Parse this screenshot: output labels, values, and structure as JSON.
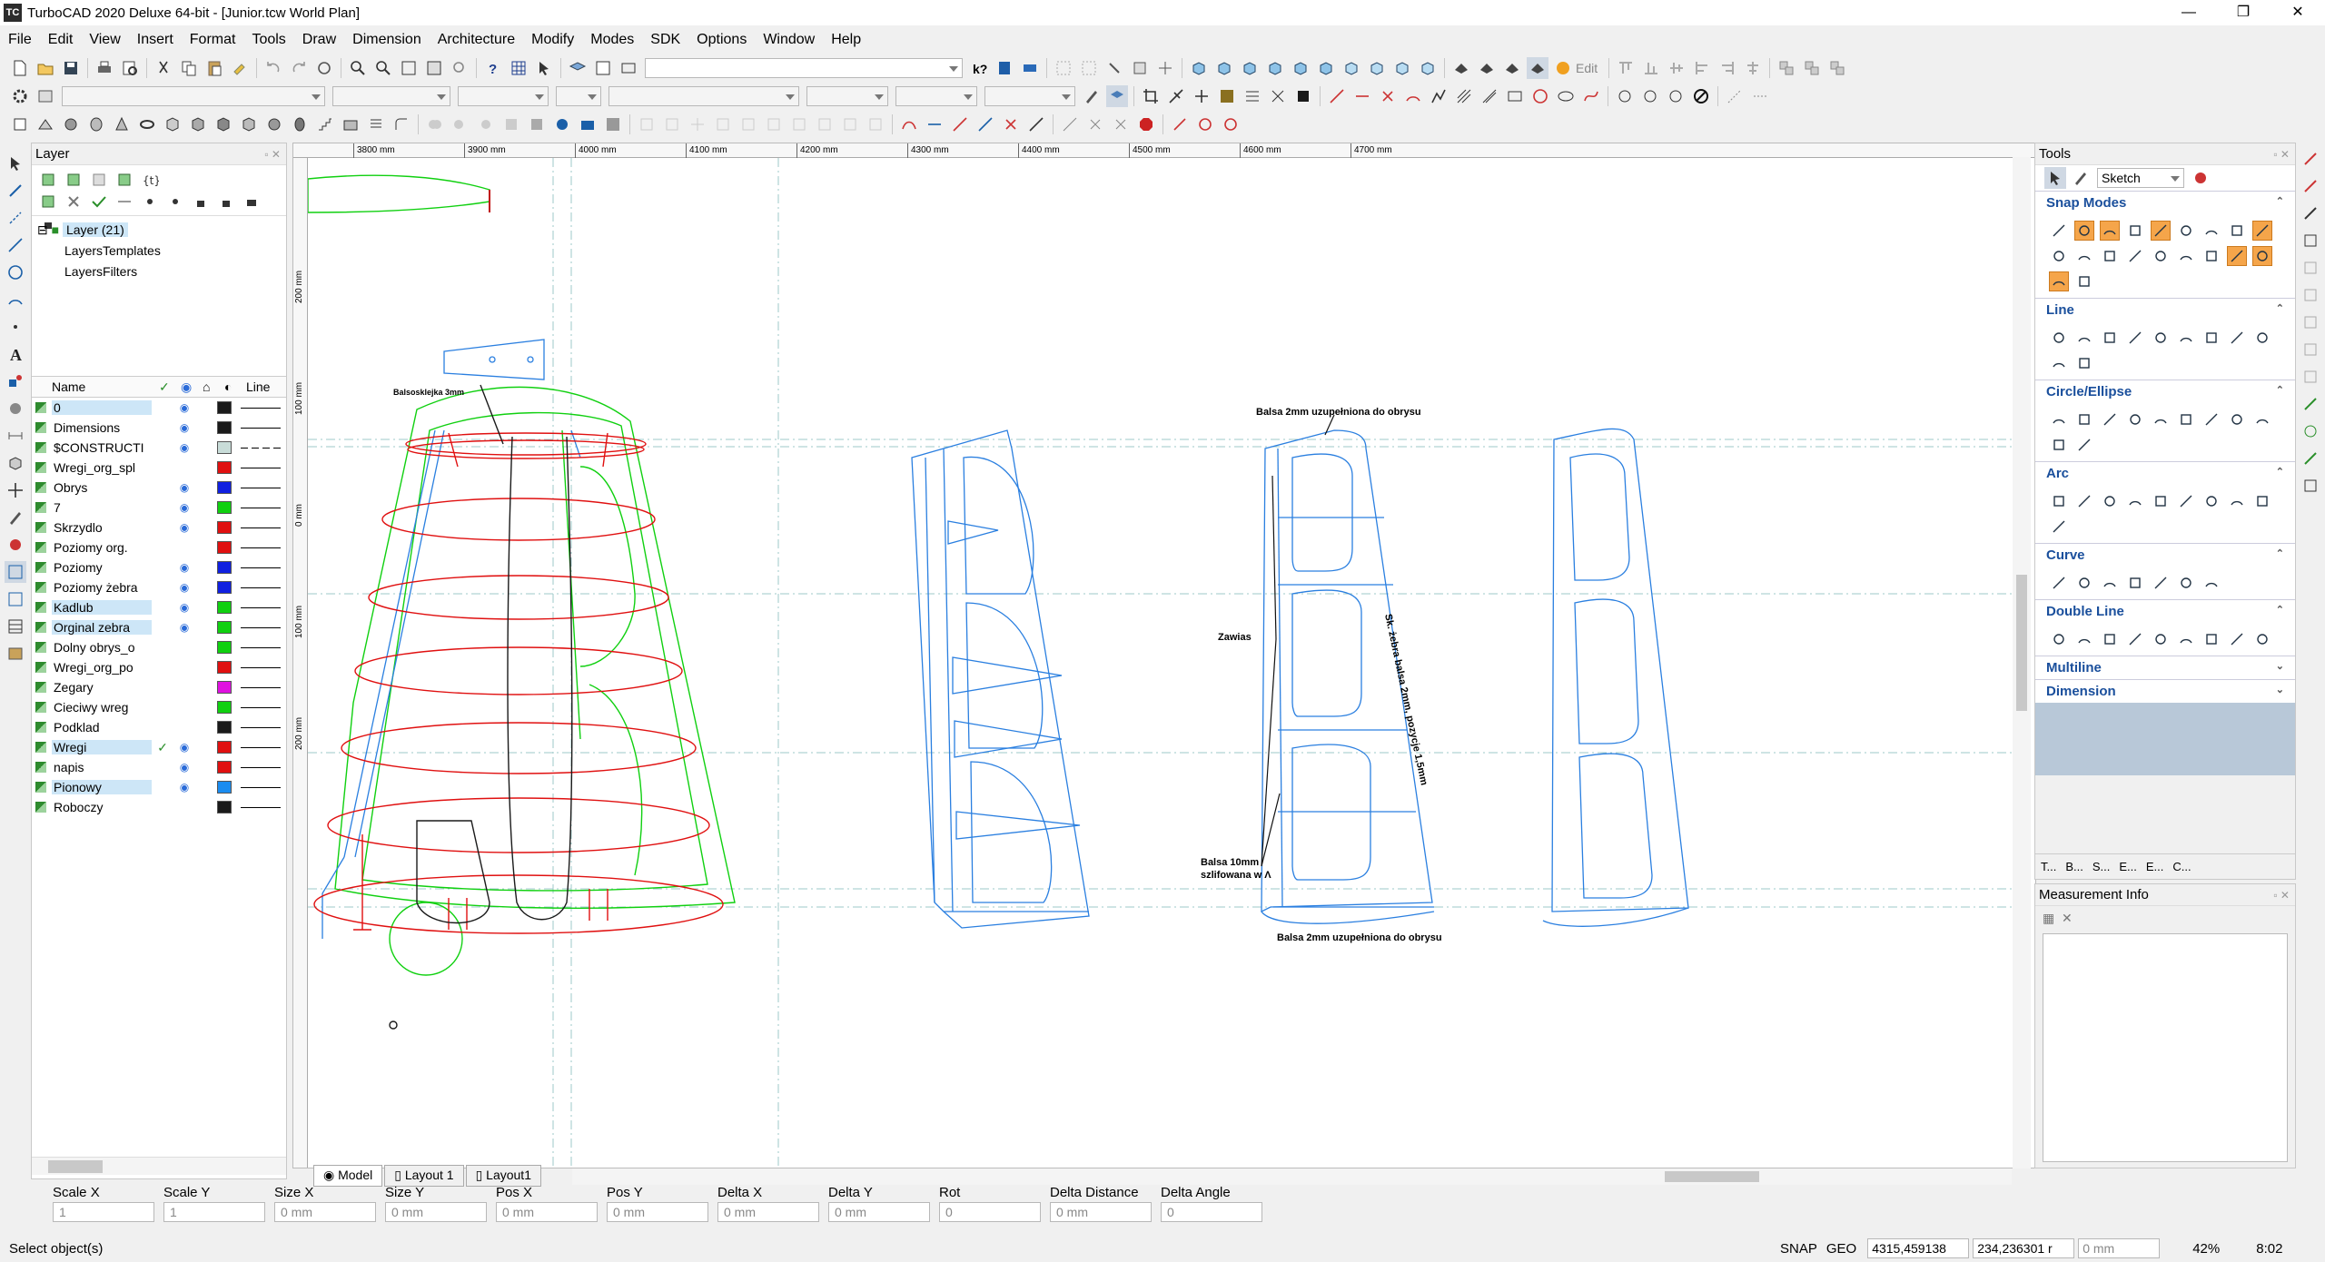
{
  "window": {
    "icon_text": "TC",
    "title": "TurboCAD 2020 Deluxe 64-bit - [Junior.tcw World Plan]",
    "min": "—",
    "restore": "❐",
    "close": "✕"
  },
  "menu": [
    "File",
    "Edit",
    "View",
    "Insert",
    "Format",
    "Tools",
    "Draw",
    "Dimension",
    "Architecture",
    "Modify",
    "Modes",
    "SDK",
    "Options",
    "Window",
    "Help"
  ],
  "toolbar": {
    "edit_label": "Edit"
  },
  "layer_panel": {
    "title": "Layer",
    "tree": {
      "root": "Layer (21)",
      "children": [
        "LayersTemplates",
        "LayersFilters"
      ]
    },
    "columns": {
      "name": "Name",
      "line": "Line"
    },
    "layers": [
      {
        "name": "0",
        "visible": true,
        "current": false,
        "color": "#1a1a1a",
        "highlight": true
      },
      {
        "name": "Dimensions",
        "visible": true,
        "current": false,
        "color": "#1a1a1a",
        "highlight": false
      },
      {
        "name": "$CONSTRUCTI",
        "visible": true,
        "current": false,
        "color": "#c8dcd8",
        "highlight": false
      },
      {
        "name": "Wregi_org_spl",
        "visible": false,
        "current": false,
        "color": "#e01010",
        "highlight": false
      },
      {
        "name": "Obrys",
        "visible": true,
        "current": false,
        "color": "#1020e0",
        "highlight": false
      },
      {
        "name": "7",
        "visible": true,
        "current": false,
        "color": "#10d010",
        "highlight": false
      },
      {
        "name": "Skrzydlo",
        "visible": true,
        "current": false,
        "color": "#e01010",
        "highlight": false
      },
      {
        "name": "Poziomy org.",
        "visible": false,
        "current": false,
        "color": "#e01010",
        "highlight": false
      },
      {
        "name": "Poziomy",
        "visible": true,
        "current": false,
        "color": "#1020e0",
        "highlight": false
      },
      {
        "name": "Poziomy żebra",
        "visible": true,
        "current": false,
        "color": "#1020e0",
        "highlight": false
      },
      {
        "name": "Kadlub",
        "visible": true,
        "current": false,
        "color": "#10d010",
        "highlight": true
      },
      {
        "name": "Orginal zebra",
        "visible": true,
        "current": false,
        "color": "#10d010",
        "highlight": true
      },
      {
        "name": "Dolny obrys_o",
        "visible": false,
        "current": false,
        "color": "#10d010",
        "highlight": false
      },
      {
        "name": "Wregi_org_po",
        "visible": false,
        "current": false,
        "color": "#e01010",
        "highlight": false
      },
      {
        "name": "Zegary",
        "visible": false,
        "current": false,
        "color": "#e010e0",
        "highlight": false
      },
      {
        "name": "Cieciwy wreg",
        "visible": false,
        "current": false,
        "color": "#10d010",
        "highlight": false
      },
      {
        "name": "Podklad",
        "visible": false,
        "current": false,
        "color": "#1a1a1a",
        "highlight": false
      },
      {
        "name": "Wregi",
        "visible": true,
        "current": true,
        "color": "#e01010",
        "highlight": true
      },
      {
        "name": "napis",
        "visible": true,
        "current": false,
        "color": "#e01010",
        "highlight": false
      },
      {
        "name": "Pionowy",
        "visible": true,
        "current": false,
        "color": "#1a8cf0",
        "highlight": true
      },
      {
        "name": "Roboczy",
        "visible": false,
        "current": false,
        "color": "#1a1a1a",
        "highlight": false
      }
    ]
  },
  "ruler": {
    "h_labels": [
      "3800 mm",
      "3900 mm",
      "4000 mm",
      "4100 mm",
      "4200 mm",
      "4300 mm",
      "4400 mm",
      "4500 mm",
      "4600 mm",
      "4700 mm"
    ],
    "v_labels": [
      "200 mm",
      "100 mm",
      "0 mm",
      "100 mm",
      "200 mm"
    ]
  },
  "drawing_text": {
    "balsa_top": "Balsa 2mm uzupełniona do obrysu",
    "balsa_bottom": "Balsa 2mm uzupełniona do obrysu",
    "zawias": "Zawias",
    "balsa10_line1": "Balsa 10mm",
    "balsa10_line2": "szlifowana w Λ",
    "sklejka": "Balsosklejka 3mm",
    "vertical_note": "Sk. żebra balsa 2mm, pozycje 1,5mm"
  },
  "tabs": [
    "Model",
    "Layout 1",
    "Layout1"
  ],
  "tools_panel": {
    "title": "Tools",
    "mode": "Sketch",
    "sections": [
      "Snap Modes",
      "Line",
      "Circle/Ellipse",
      "Arc",
      "Curve",
      "Double Line",
      "Multiline",
      "Dimension"
    ],
    "bottom_tabs": [
      "T...",
      "B...",
      "S...",
      "E...",
      "E...",
      "C..."
    ]
  },
  "measure_panel": {
    "title": "Measurement Info"
  },
  "inspector": {
    "fields": [
      {
        "label": "Scale X",
        "value": "1"
      },
      {
        "label": "Scale Y",
        "value": "1"
      },
      {
        "label": "Size X",
        "value": "0 mm"
      },
      {
        "label": "Size Y",
        "value": "0 mm"
      },
      {
        "label": "Pos X",
        "value": "0 mm"
      },
      {
        "label": "Pos Y",
        "value": "0 mm"
      },
      {
        "label": "Delta X",
        "value": "0 mm"
      },
      {
        "label": "Delta Y",
        "value": "0 mm"
      },
      {
        "label": "Rot",
        "value": "0"
      },
      {
        "label": "Delta Distance",
        "value": "0 mm"
      },
      {
        "label": "Delta Angle",
        "value": "0"
      }
    ]
  },
  "status": {
    "message": "Select object(s)",
    "snap": "SNAP",
    "geo": "GEO",
    "coord_x": "4315,459138",
    "coord_y": "234,236301 r",
    "coord_z": "0 mm",
    "zoom": "42%",
    "time": "8:02"
  },
  "colors": {
    "accent": "#f5a54a",
    "section_title": "#1a4f9c",
    "fuselage_green": "#10d010",
    "ribs_red": "#e01010",
    "tail_blue": "#2a7fe0"
  }
}
